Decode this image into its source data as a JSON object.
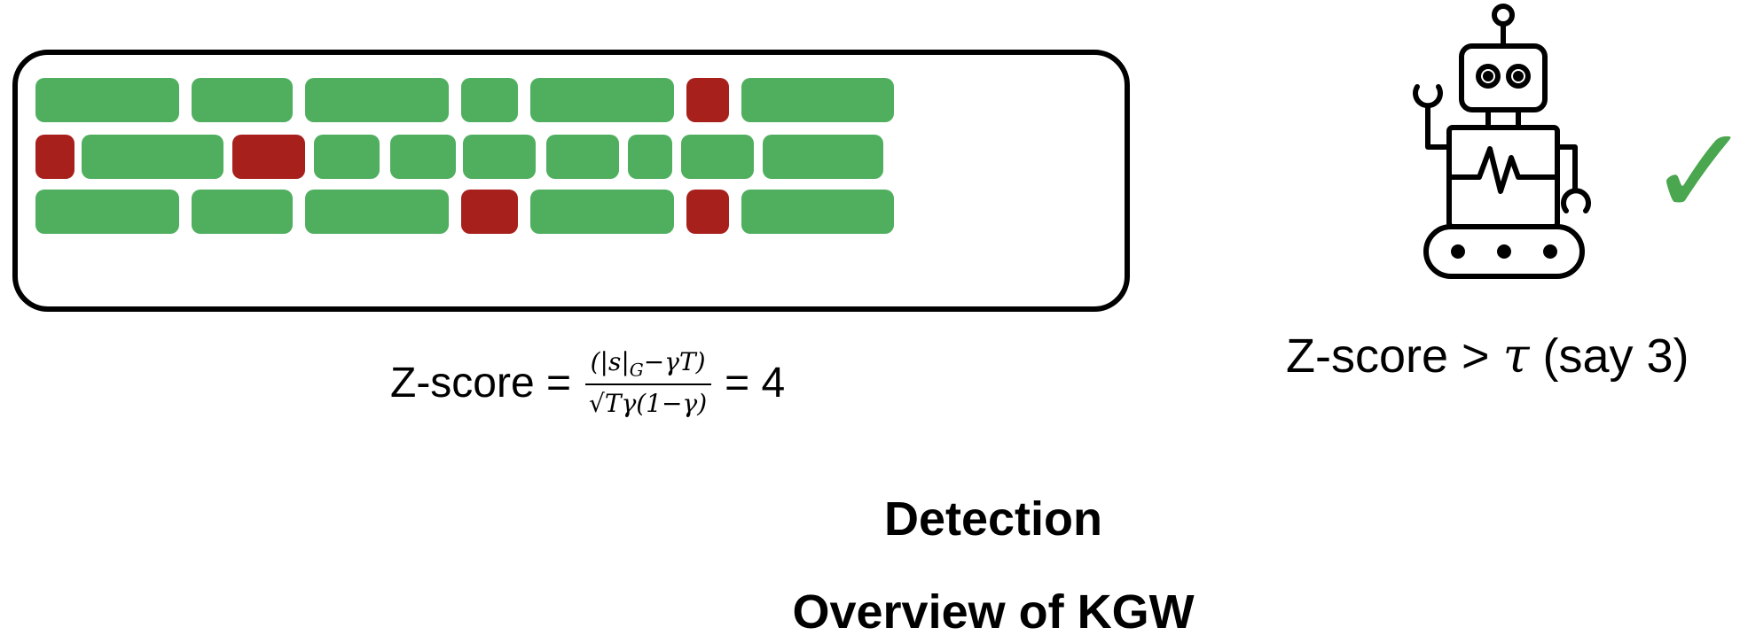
{
  "colors": {
    "green": "#4faf5f",
    "red": "#a8201c",
    "check": "#4aa64f"
  },
  "tokens": {
    "rows": [
      [
        "green",
        "green",
        "green",
        "green",
        "green",
        "red",
        "green"
      ],
      [
        "red",
        "green",
        "red",
        "green",
        "green",
        "green",
        "green",
        "green",
        "green",
        "green"
      ],
      [
        "green",
        "green",
        "green",
        "red",
        "green",
        "red",
        "green"
      ]
    ]
  },
  "formula": {
    "lhs": "Z-score =",
    "numerator": "(|s|",
    "numerator_sub": "G",
    "numerator_rest": "−γT)",
    "denominator": "√Tγ(1−γ)",
    "rhs": "= 4"
  },
  "threshold": {
    "prefix": "Z-score >",
    "tau": "τ",
    "suffix": "(say 3)"
  },
  "check_icon": "checkmark-icon",
  "robot_icon": "robot-icon",
  "headings": {
    "detection": "Detection",
    "overview": "Overview of KGW"
  }
}
